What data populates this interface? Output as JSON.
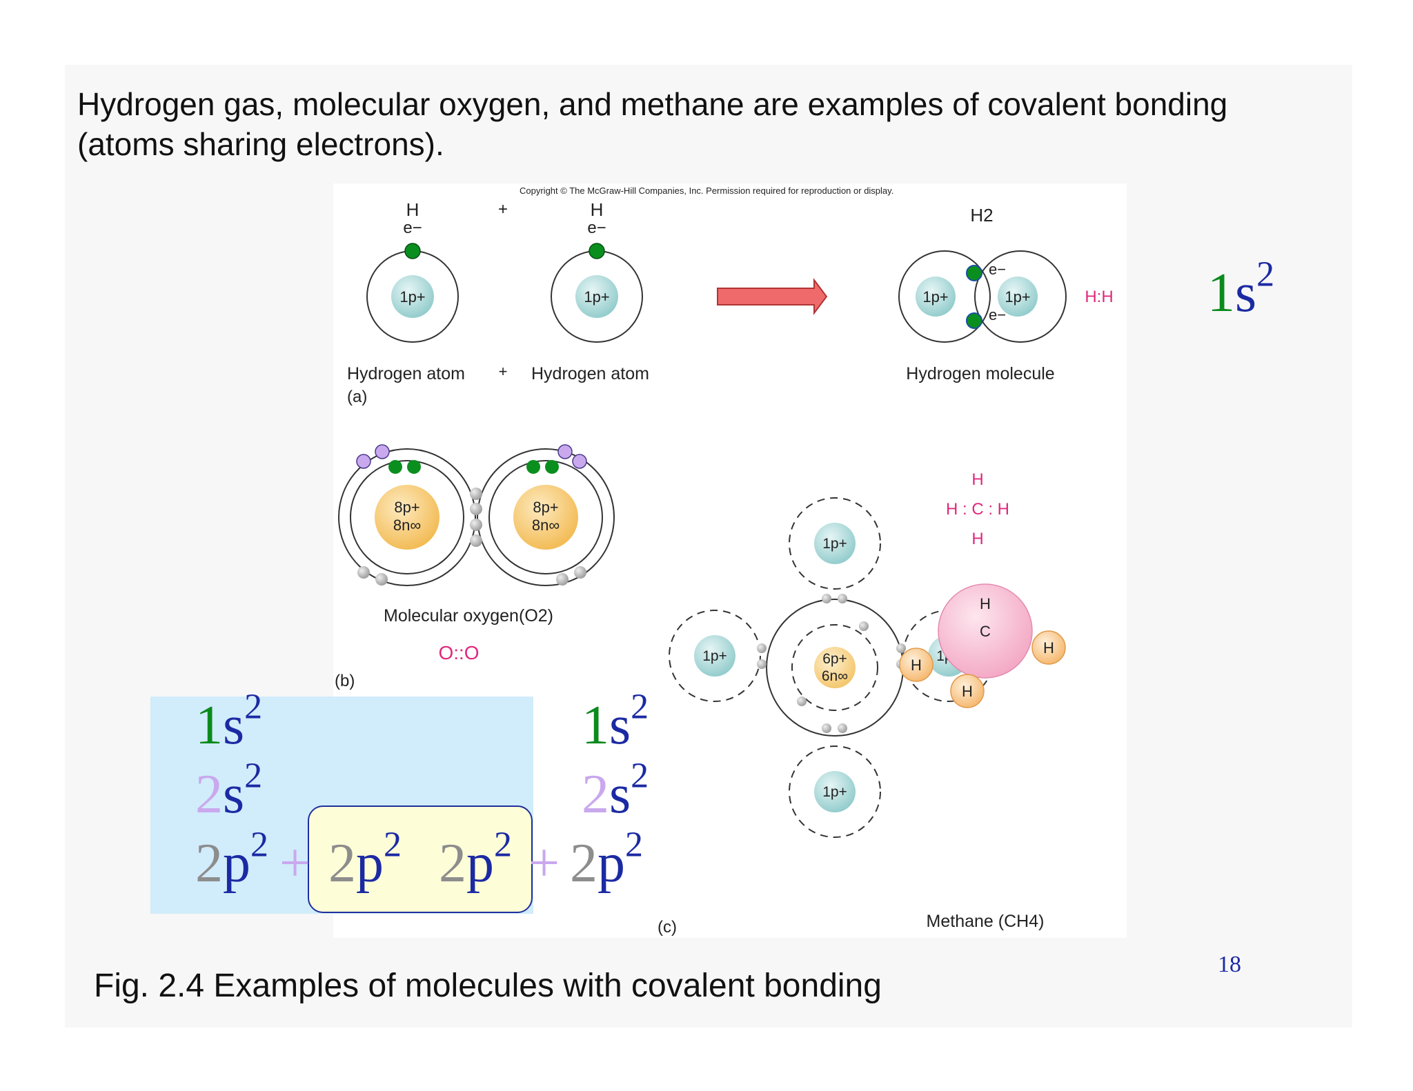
{
  "heading": {
    "line1": "Hydrogen gas, molecular oxygen, and methane are examples of covalent bonding",
    "line2": "(atoms sharing electrons)."
  },
  "figure": {
    "copyright": "Copyright © The McGraw-Hill Companies, Inc. Permission required for reproduction or display.",
    "panel_a": {
      "atom_symbol": "H",
      "electron_label": "e−",
      "plus": "+",
      "proton": "1p+",
      "product_symbol": "H2",
      "lewis": "H:H",
      "label_atom": "Hydrogen atom",
      "label_molecule": "Hydrogen molecule",
      "panel_letter": "(a)"
    },
    "panel_b": {
      "nucleus_p": "8p+",
      "nucleus_n": "8n∞",
      "label": "Molecular oxygen",
      "formula": "(O2)",
      "lewis": "O::O",
      "panel_letter": "(b)"
    },
    "panel_c": {
      "h_nucleus": "1p+",
      "c_nucleus_p": "6p+",
      "c_nucleus_n": "6n∞",
      "lewis_top": "H",
      "lewis_middle": "H : C : H",
      "lewis_bottom": "H",
      "model_center": "C",
      "model_h": "H",
      "label": "Methane (CH4)",
      "panel_letter": "(c)"
    }
  },
  "orbitals": {
    "right_top": {
      "n": "1",
      "l": "s",
      "e": "2"
    },
    "left_1s": {
      "n": "1",
      "l": "s",
      "e": "2"
    },
    "left_2s": {
      "n": "2",
      "l": "s",
      "e": "2"
    },
    "left_2p": {
      "n": "2",
      "l": "p",
      "e": "2"
    },
    "mid_2p_a": {
      "n": "2",
      "l": "p",
      "e": "2"
    },
    "mid_2p_b": {
      "n": "2",
      "l": "p",
      "e": "2"
    },
    "right_1s": {
      "n": "1",
      "l": "s",
      "e": "2"
    },
    "right_2s": {
      "n": "2",
      "l": "s",
      "e": "2"
    },
    "right_2p": {
      "n": "2",
      "l": "p",
      "e": "2"
    },
    "plus": "+"
  },
  "caption": "Fig. 2.4 Examples of molecules with covalent bonding",
  "page_number": "18",
  "colors": {
    "shell_electron": "#0a8f1f",
    "valence_electron": "#c9a8ee",
    "hydrogen_nucleus": "#a9d8d8",
    "heavy_nucleus": "#f6c877",
    "arrow": "#ef6a6a",
    "lewis_pink": "#e0287d",
    "orbital_green": "#0b8a1d",
    "orbital_navy": "#1b2aa3",
    "overlay_blue": "#d1ecfb",
    "overlay_yellow": "#fdfdd8"
  }
}
